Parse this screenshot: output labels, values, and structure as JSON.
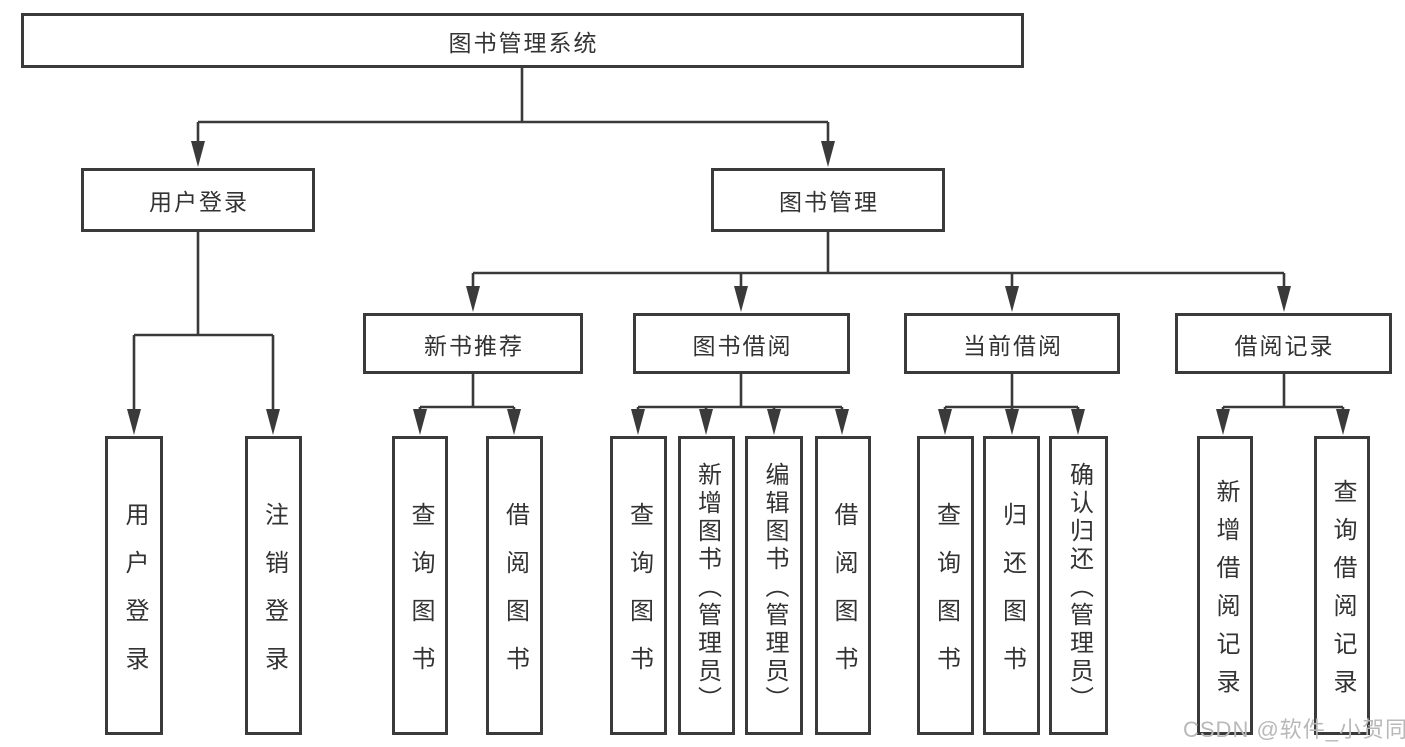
{
  "diagram": {
    "root": {
      "label": "图书管理系统"
    },
    "level2": [
      {
        "label": "用户登录"
      },
      {
        "label": "图书管理"
      }
    ],
    "level3": [
      {
        "label": "新书推荐"
      },
      {
        "label": "图书借阅"
      },
      {
        "label": "当前借阅"
      },
      {
        "label": "借阅记录"
      }
    ],
    "leaves": {
      "login": [
        {
          "label": "用户登录"
        },
        {
          "label": "注销登录"
        }
      ],
      "recommend": [
        {
          "label": "查询图书"
        },
        {
          "label": "借阅图书"
        }
      ],
      "borrow": [
        {
          "label": "查询图书"
        },
        {
          "label": "新增图书（管理员）"
        },
        {
          "label": "编辑图书（管理员）"
        },
        {
          "label": "借阅图书"
        }
      ],
      "current": [
        {
          "label": "查询图书"
        },
        {
          "label": "归还图书"
        },
        {
          "label": "确认归还（管理员）"
        }
      ],
      "records": [
        {
          "label": "新增借阅记录"
        },
        {
          "label": "查询借阅记录"
        }
      ]
    }
  },
  "watermark": {
    "text": "CSDN @软件_小贺同学"
  },
  "colors": {
    "line": "#3a3a3a",
    "text": "#333333",
    "watermark": "#b9b9b9",
    "background": "#ffffff"
  }
}
